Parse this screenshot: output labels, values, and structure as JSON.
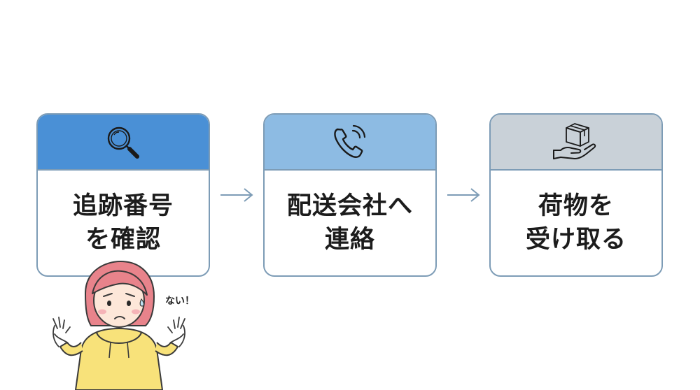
{
  "steps": [
    {
      "lines": [
        "追跡番号",
        "を確認"
      ],
      "icon": "magnifier-icon",
      "header_color": "#4a90d6"
    },
    {
      "lines": [
        "配送会社へ",
        "連絡"
      ],
      "icon": "phone-icon",
      "header_color": "#8dbbe3"
    },
    {
      "lines": [
        "荷物を",
        "受け取る"
      ],
      "icon": "package-hand-icon",
      "header_color": "#c9d1d8"
    }
  ],
  "character": {
    "speech": "ない！"
  },
  "colors": {
    "border": "#7d9cb6",
    "arrow": "#7d9cb6",
    "hair": "#e8838b",
    "hoodie": "#f8e27a"
  }
}
